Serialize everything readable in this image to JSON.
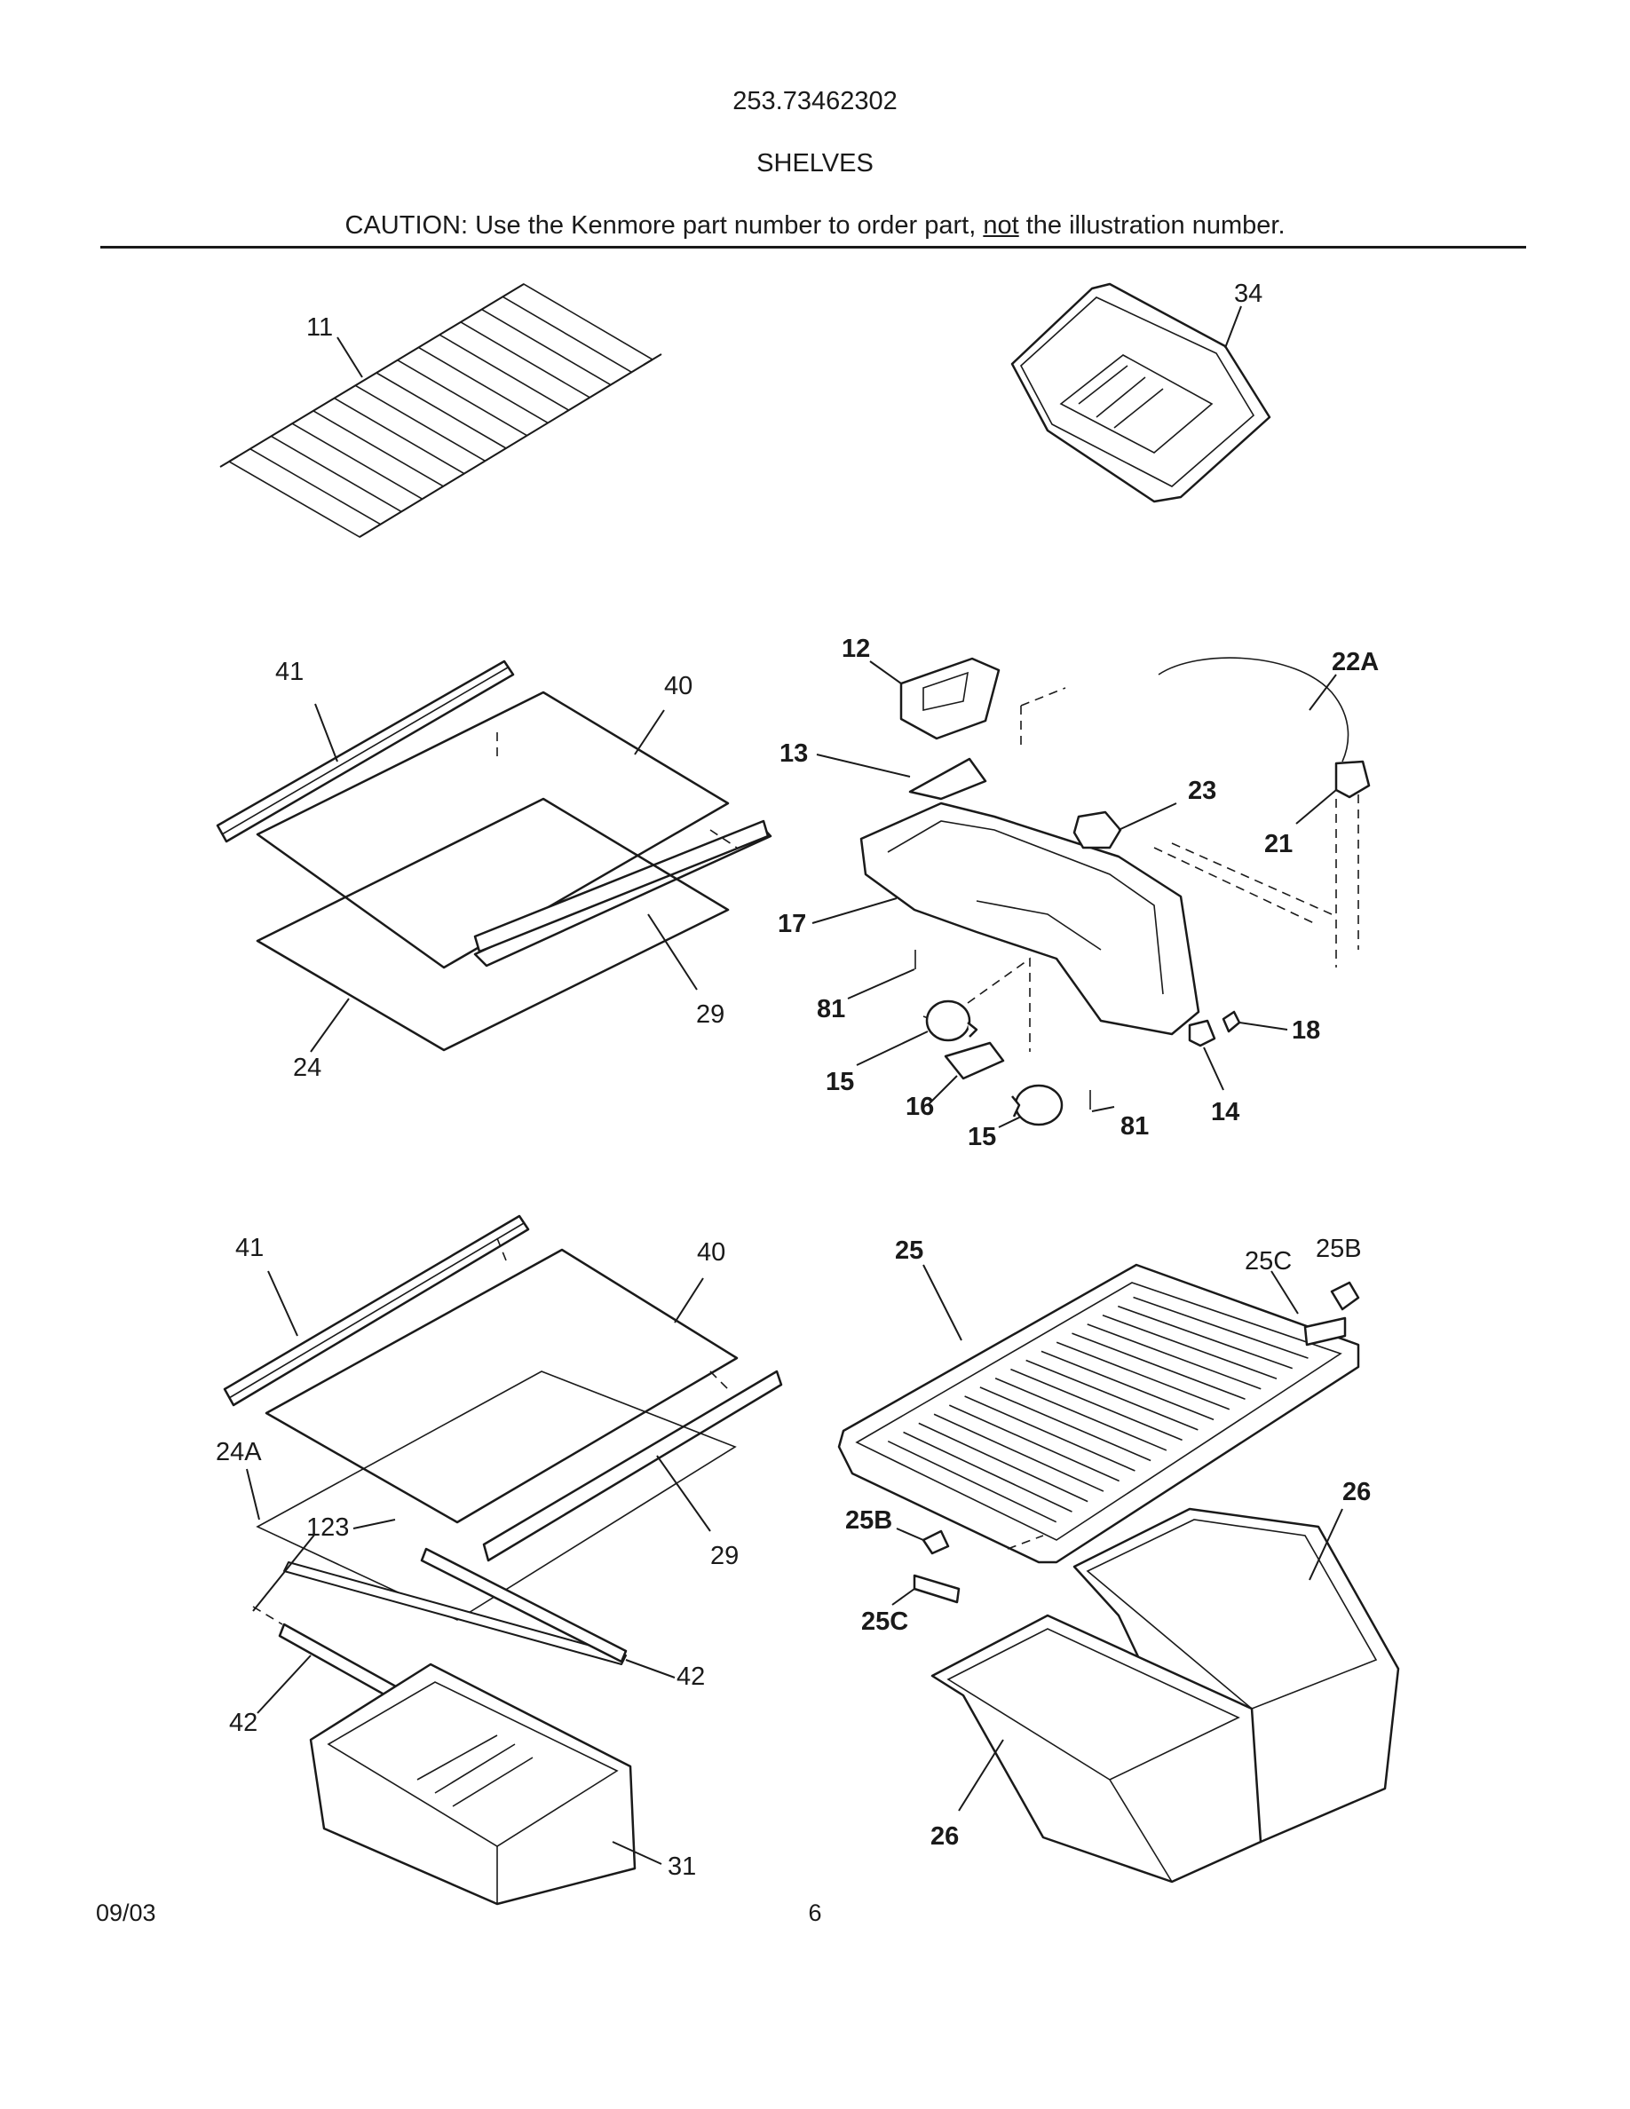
{
  "header": {
    "model_number": "253.73462302",
    "section_title": "SHELVES",
    "caution_before": "CAUTION: Use the Kenmore part number to order part, ",
    "caution_underlined": "not",
    "caution_after": " the illustration number."
  },
  "callouts": {
    "c11": "11",
    "c34": "34",
    "c41a": "41",
    "c40a": "40",
    "c29a": "29",
    "c24": "24",
    "c12": "12",
    "c22a": "22A",
    "c13": "13",
    "c23": "23",
    "c21": "21",
    "c17": "17",
    "c81a": "81",
    "c15a": "15",
    "c16": "16",
    "c15b": "15",
    "c81b": "81",
    "c14": "14",
    "c18": "18",
    "c41b": "41",
    "c40b": "40",
    "c24a": "24A",
    "c123": "123",
    "c29b": "29",
    "c42a": "42",
    "c42b": "42",
    "c31": "31",
    "c25": "25",
    "c25c_top": "25C",
    "c25b_top": "25B",
    "c26a": "26",
    "c25b": "25B",
    "c25c": "25C",
    "c26b": "26"
  },
  "footer": {
    "date": "09/03",
    "page_number": "6"
  }
}
